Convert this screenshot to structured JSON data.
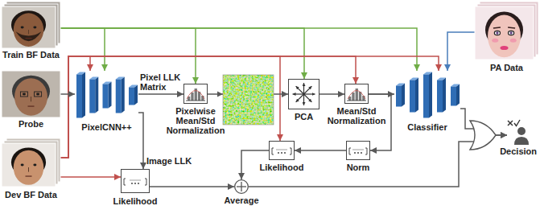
{
  "diagram": {
    "nodes": [
      {
        "text": [
          "Train BF Data"
        ]
      },
      {
        "text": [
          "Probe"
        ]
      },
      {
        "text": [
          "Dev BF Data"
        ]
      },
      {
        "text": [
          "PA Data"
        ]
      },
      {
        "text": [
          "PixelCNN++"
        ]
      },
      {
        "text": [
          "Pixelwise Mean/Std Normalization"
        ]
      },
      {
        "text": [
          "PCA"
        ]
      },
      {
        "text": [
          "Mean/Std Normalization"
        ]
      },
      {
        "text": [
          "Classifier"
        ]
      },
      {
        "text": [
          "Likelihood"
        ]
      },
      {
        "text": [
          "Norm"
        ]
      },
      {
        "text": [
          "Likelihood"
        ]
      },
      {
        "text": [
          "Average"
        ]
      },
      {
        "text": [
          "Decision"
        ]
      }
    ],
    "edges": [
      {
        "from": 0,
        "to": 4,
        "arrow": "to"
      },
      {
        "from": 0,
        "to": 5,
        "arrow": "to"
      },
      {
        "from": 0,
        "to": 6,
        "arrow": "to"
      },
      {
        "from": 0,
        "to": 8,
        "arrow": "to"
      },
      {
        "from": 2,
        "to": 4,
        "arrow": "to"
      },
      {
        "from": 2,
        "to": 9,
        "arrow": "to"
      },
      {
        "from": 2,
        "to": 7,
        "arrow": "to"
      },
      {
        "from": 2,
        "to": 8,
        "arrow": "to"
      },
      {
        "from": 2,
        "to": 11,
        "arrow": "to"
      },
      {
        "from": 3,
        "to": 8,
        "arrow": "to"
      },
      {
        "from": 1,
        "to": 4,
        "arrow": "to"
      },
      {
        "from": 4,
        "to": 5,
        "label": "Pixel LLK Matrix",
        "arrow": "to"
      },
      {
        "from": 5,
        "to": 6,
        "arrow": "to"
      },
      {
        "from": 6,
        "to": 7,
        "arrow": "to"
      },
      {
        "from": 7,
        "to": 8,
        "arrow": "to"
      },
      {
        "from": 7,
        "to": 10,
        "arrow": "to"
      },
      {
        "from": 10,
        "to": 9,
        "arrow": "to"
      },
      {
        "from": 9,
        "to": 12,
        "arrow": "to"
      },
      {
        "from": 4,
        "to": 11,
        "label": "Image LLK",
        "arrow": "to"
      },
      {
        "from": 11,
        "to": 12,
        "arrow": "to"
      },
      {
        "from": 12,
        "to": 13,
        "arrow": "to"
      },
      {
        "from": 8,
        "to": 13,
        "arrow": "to"
      }
    ]
  }
}
